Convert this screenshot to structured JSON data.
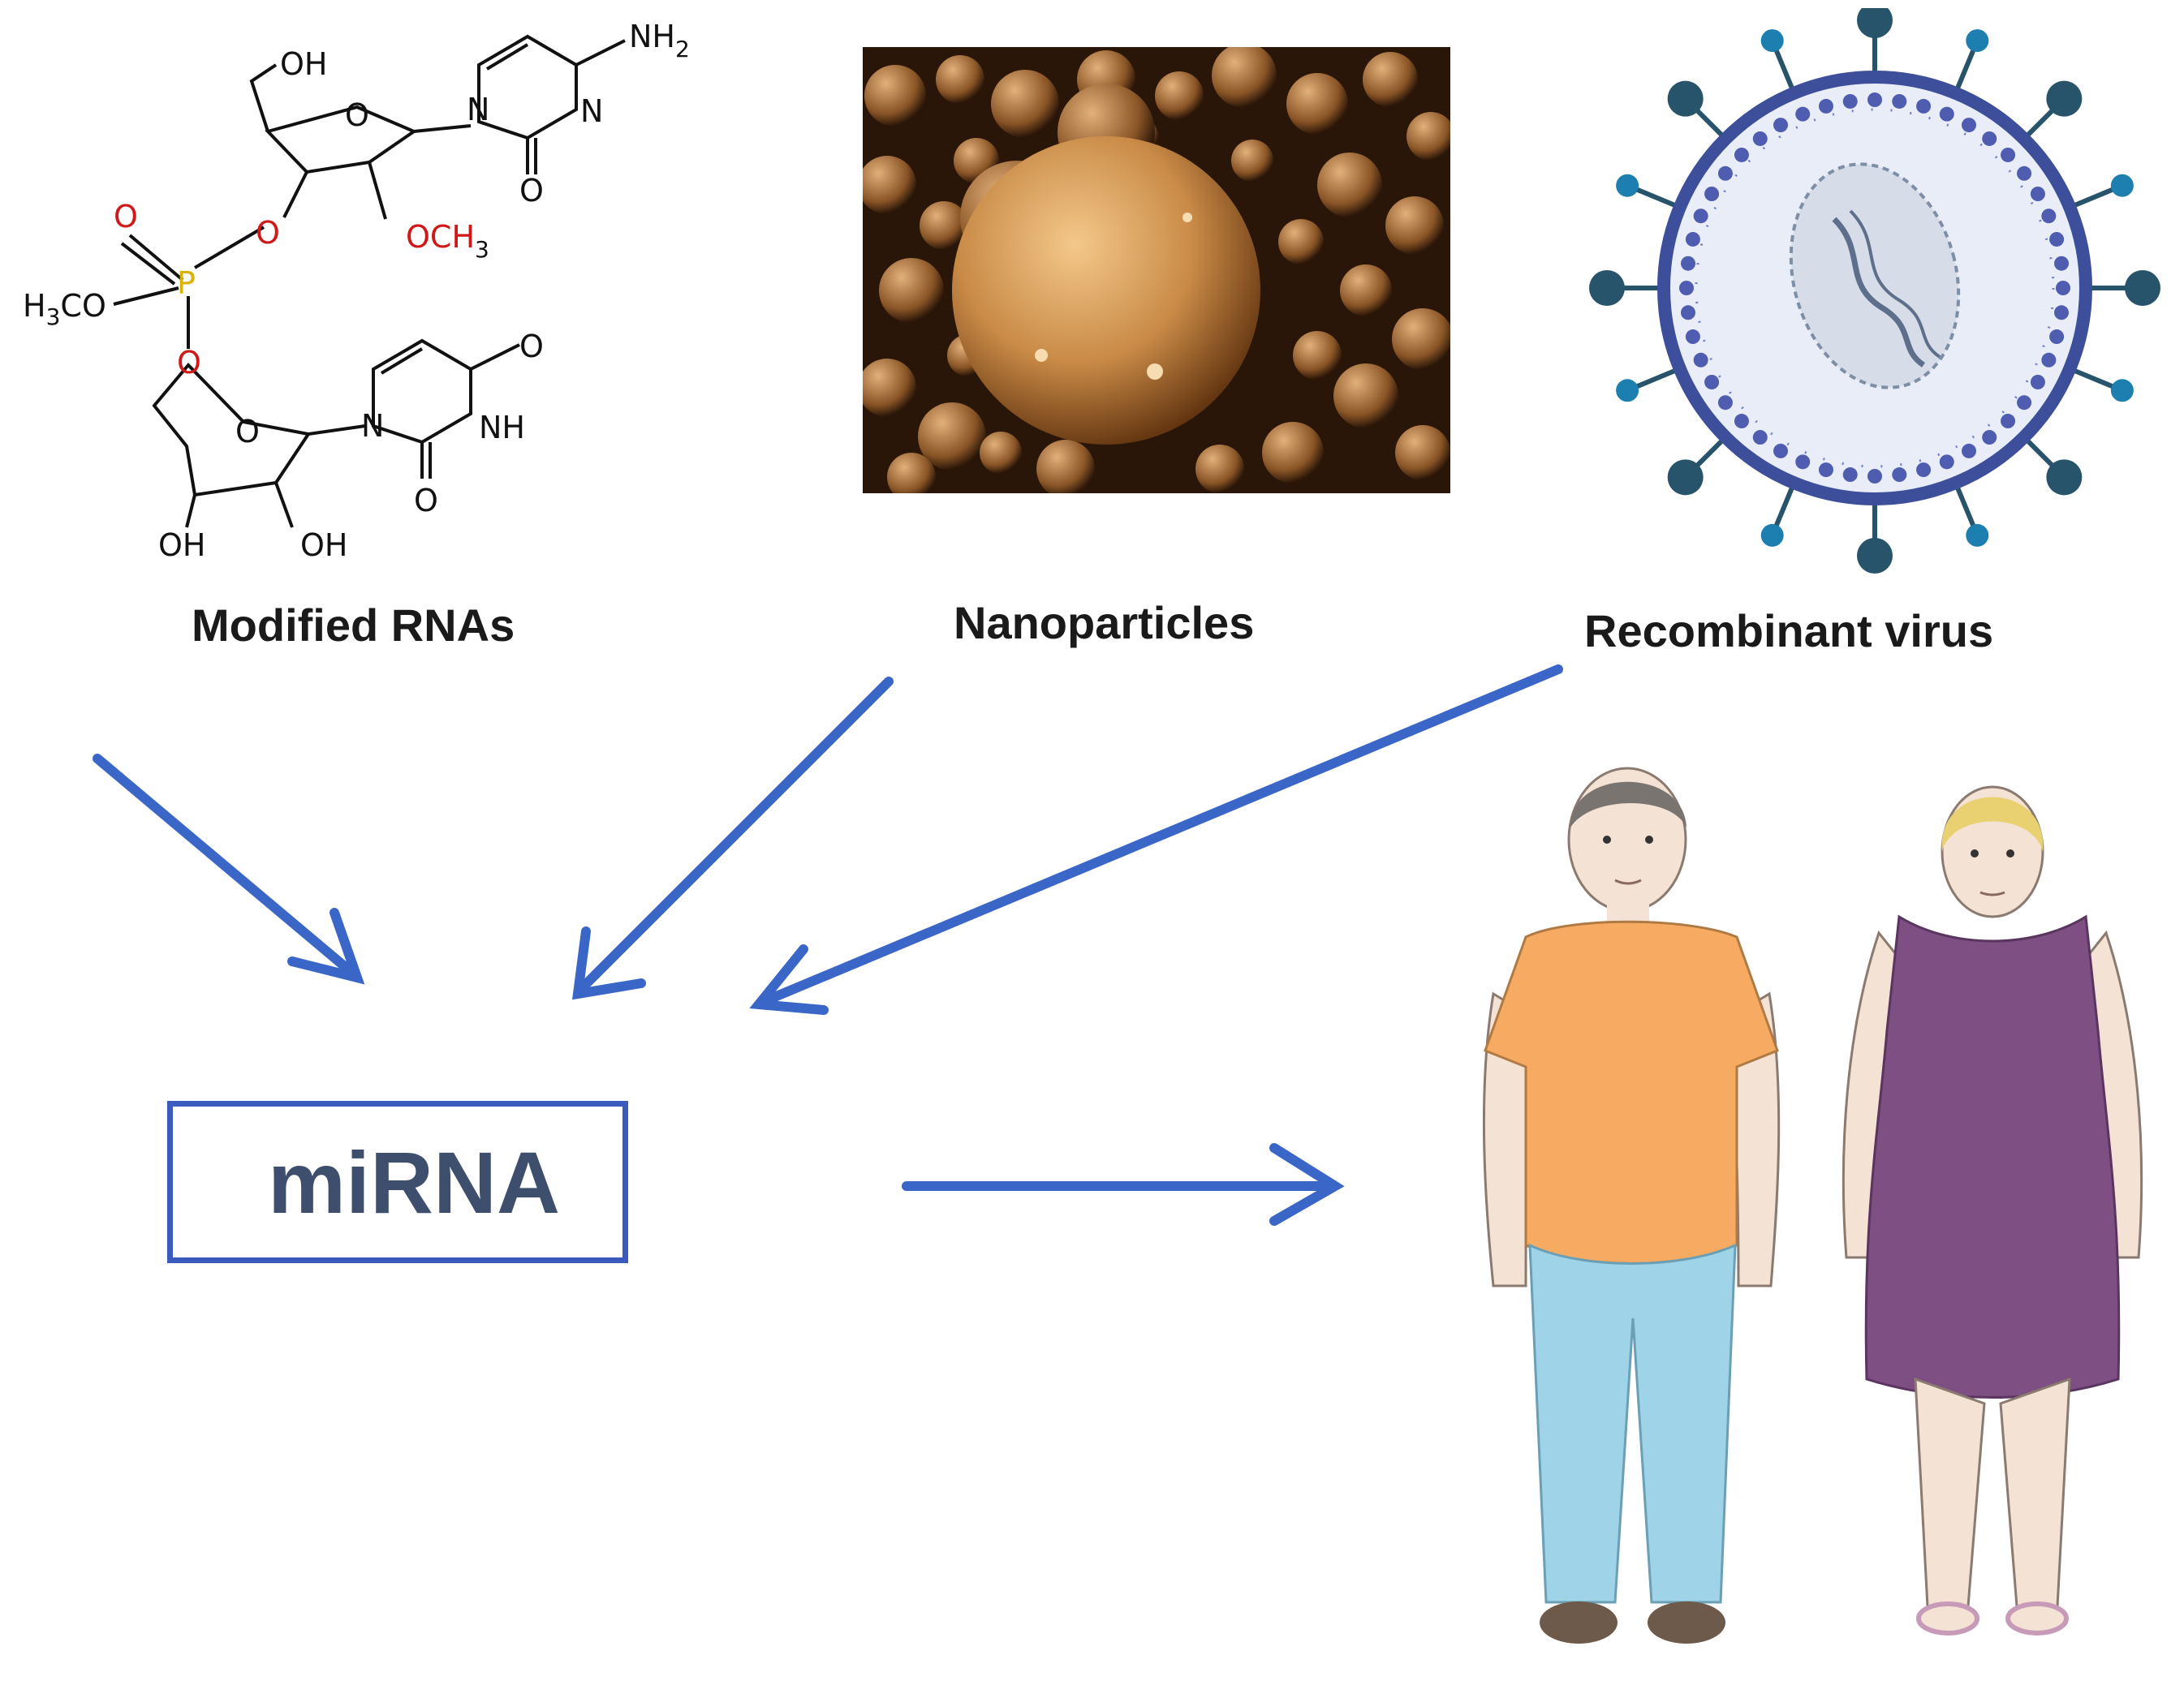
{
  "labels": {
    "modified_rnas": "Modified RNAs",
    "nanoparticles": "Nanoparticles",
    "recombinant_virus": "Recombinant virus",
    "mirna": "miRNA"
  },
  "chemistry": {
    "nh2": "NH",
    "nh2_sub": "2",
    "oh_top": "OH",
    "ring_o_top": "O",
    "n_top_left": "N",
    "n_top_right": "N",
    "o_carbonyl_top": "O",
    "och3": "OCH",
    "och3_sub": "3",
    "o_link_upper": "O",
    "p_double_o": "O",
    "phosphorus": "P",
    "h3co": "H",
    "h3co_sub": "3",
    "h3co_tail": "CO",
    "o_link_lower": "O",
    "ring_o_bottom": "O",
    "n_bottom": "N",
    "o_carbonyl_bottom_top": "O",
    "nh_bottom": "NH",
    "o_carbonyl_bottom": "O",
    "oh_bottom_left": "OH",
    "oh_bottom_right": "OH"
  },
  "colors": {
    "arrow": "#3a66c8",
    "box_border": "#3a5bbd",
    "mirna_text": "#3e4f6e",
    "oxygen": "#d01818",
    "phosphorus": "#d8b400",
    "virus_envelope": "#3d4f9a",
    "virus_spike": "#27546b",
    "shirt": "#f7ab62",
    "jeans": "#9fd3e8",
    "dress": "#7e4f82",
    "nanoparticle_bg": "#2a1608",
    "nanoparticle_sphere": "#c98a46"
  },
  "icons": [
    "nanoparticle-sem-image",
    "virus-icon",
    "man-figure",
    "woman-figure"
  ]
}
